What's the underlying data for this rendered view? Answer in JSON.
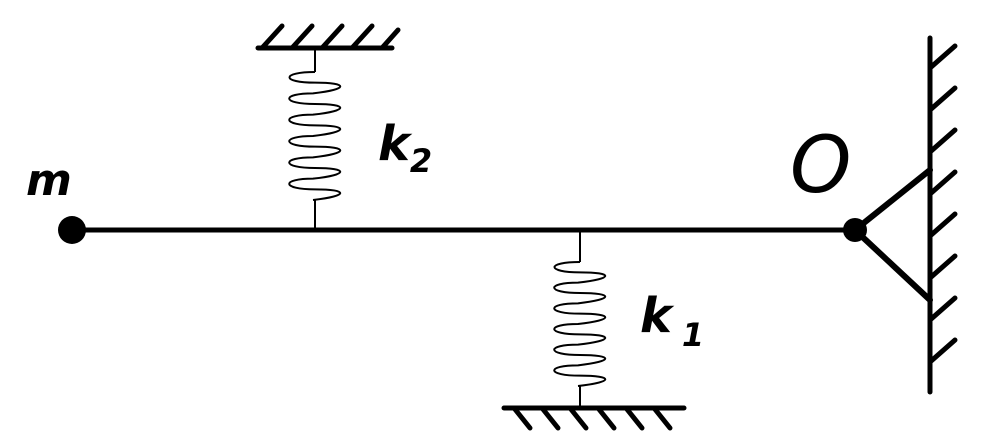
{
  "labels": {
    "mass": "m",
    "pivot": "O",
    "spring_top": {
      "base": "k",
      "sub": "2"
    },
    "spring_bottom": {
      "base": "k",
      "sub": "1"
    }
  },
  "colors": {
    "ink": "#000000",
    "background": "#ffffff"
  }
}
